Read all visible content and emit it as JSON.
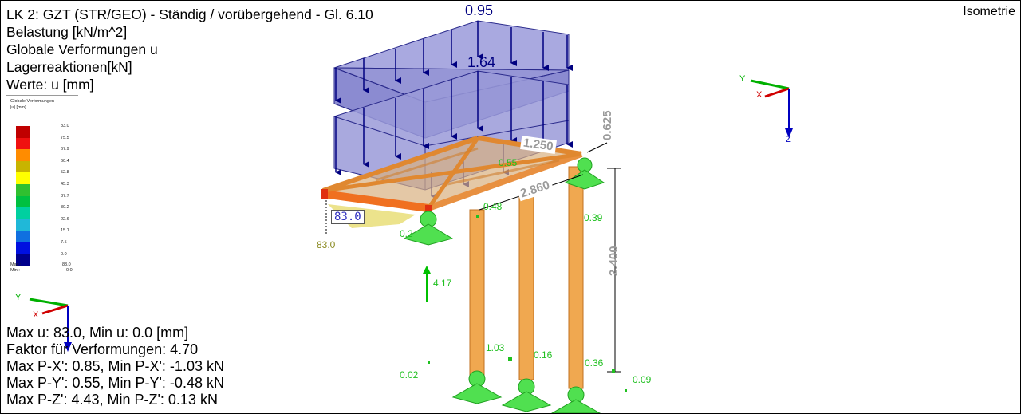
{
  "header": {
    "load_case": "LK 2: GZT (STR/GEO) - Ständig / vorübergehend - Gl. 6.10",
    "load_type": "Belastung [kN/m^2]",
    "result_type": "Globale Verformungen u",
    "reactions": "Lagerreaktionen[kN]",
    "values_unit": "Werte: u [mm]",
    "view_name": "Isometrie"
  },
  "legend": {
    "title_line1": "Globale Verformungen",
    "title_line2": "|u| [mm]",
    "items": [
      {
        "value": "83.0",
        "color": "#c00000"
      },
      {
        "value": "75.5",
        "color": "#f01010"
      },
      {
        "value": "67.9",
        "color": "#ff8c00"
      },
      {
        "value": "60.4",
        "color": "#c8b400"
      },
      {
        "value": "52.8",
        "color": "#ffff00"
      },
      {
        "value": "45.3",
        "color": "#30c030"
      },
      {
        "value": "37.7",
        "color": "#00c040"
      },
      {
        "value": "30.2",
        "color": "#00d0a0"
      },
      {
        "value": "22.6",
        "color": "#20b8d8"
      },
      {
        "value": "15.1",
        "color": "#1070e0"
      },
      {
        "value": "7.5",
        "color": "#0010e0"
      },
      {
        "value": "0.0",
        "color": "#00008c"
      }
    ],
    "max_label": "Max :",
    "max_value": "83.0",
    "min_label": "Min :",
    "min_value": "0.0"
  },
  "model": {
    "load_top_value": "0.95",
    "load_lower_value": "1.64",
    "dim_width": "1.250",
    "dim_length": "2.860",
    "dim_height_top": "0.625",
    "dim_column_height": "2.400",
    "max_deform_box": "83.0",
    "max_deform_label": "83.0",
    "reactions": [
      "0.55",
      "0.48",
      "0.39",
      "0.2",
      "4.17",
      "1.03",
      "0.16",
      "0.02",
      "0.36",
      "0.09"
    ]
  },
  "axes": {
    "y": "Y",
    "x": "X",
    "z": "Z"
  },
  "summary": {
    "line1": "Max u: 83.0, Min u: 0.0 [mm]",
    "line2": "Faktor für Verformungen: 4.70",
    "line3": "Max P-X': 0.85, Min P-X': -1.03 kN",
    "line4": "Max P-Y': 0.55, Min P-Y': -0.48 kN",
    "line5": "Max P-Z': 4.43, Min P-Z': 0.13 kN"
  }
}
